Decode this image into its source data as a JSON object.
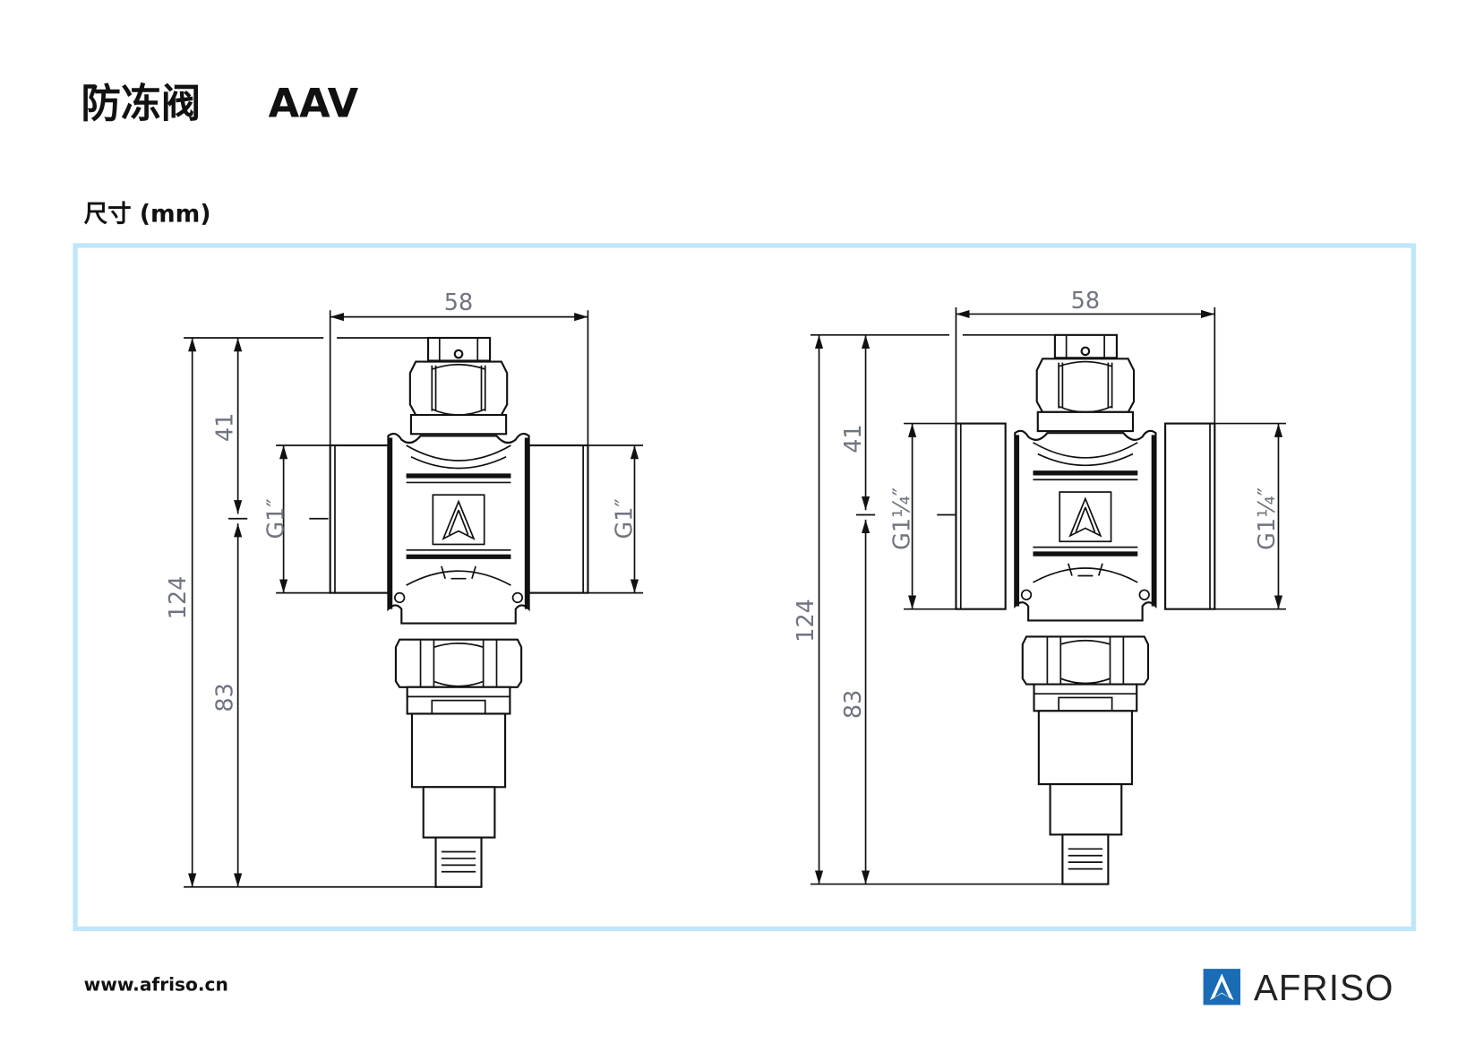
{
  "header": {
    "title_cn": "防冻阀",
    "title_code": "AAV"
  },
  "section": {
    "label": "尺寸 (mm)"
  },
  "drawings": [
    {
      "width": "58",
      "total_height": "124",
      "upper_height": "41",
      "lower_height": "83",
      "thread": "G1″"
    },
    {
      "width": "58",
      "total_height": "124",
      "upper_height": "41",
      "lower_height": "83",
      "thread": "G1¼″"
    }
  ],
  "footer": {
    "website": "www.afriso.cn",
    "brand": "AFRISO"
  },
  "colors": {
    "frame": "#bfe6fb",
    "logo_blue": "#1a6db5"
  }
}
